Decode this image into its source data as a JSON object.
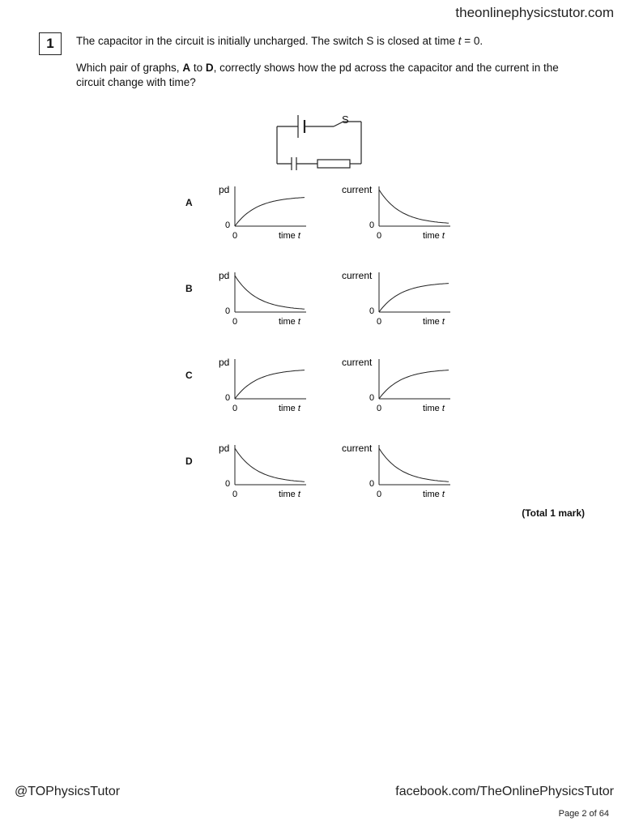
{
  "header": {
    "site": "theonlinephysicstutor.com"
  },
  "question": {
    "number": "1",
    "line1_a": "The capacitor in the circuit is initially uncharged. The switch S is closed at time ",
    "line1_t": "t",
    "line1_b": " = 0.",
    "line2_a": "Which pair of graphs, ",
    "line2_A": "A",
    "line2_to": " to ",
    "line2_D": "D",
    "line2_b": ", correctly shows how the pd across the capacitor and the current in the circuit change with time?"
  },
  "circuit": {
    "switch_label": "S"
  },
  "axis_text": {
    "origin": "0",
    "time": "time ",
    "time_var": "t"
  },
  "options": [
    {
      "letter": "A",
      "left": {
        "ylabel": "pd",
        "shape": "rise"
      },
      "right": {
        "ylabel": "current",
        "shape": "decay"
      }
    },
    {
      "letter": "B",
      "left": {
        "ylabel": "pd",
        "shape": "decay"
      },
      "right": {
        "ylabel": "current",
        "shape": "rise"
      }
    },
    {
      "letter": "C",
      "left": {
        "ylabel": "pd",
        "shape": "rise"
      },
      "right": {
        "ylabel": "current",
        "shape": "rise"
      }
    },
    {
      "letter": "D",
      "left": {
        "ylabel": "pd",
        "shape": "decay"
      },
      "right": {
        "ylabel": "current",
        "shape": "decay"
      }
    }
  ],
  "total_mark": "(Total 1 mark)",
  "footer": {
    "twitter": "@TOPhysicsTutor",
    "facebook": "facebook.com/TheOnlinePhysicsTutor",
    "page": "Page 2 of 64"
  }
}
